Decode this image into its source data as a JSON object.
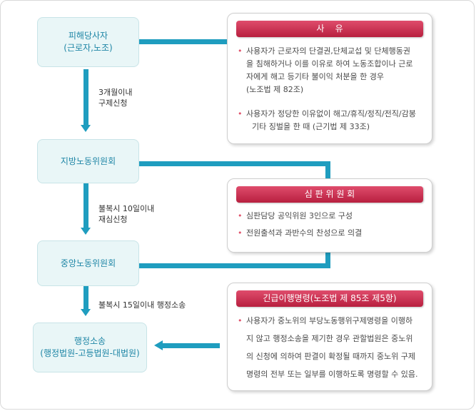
{
  "nodes": {
    "party": {
      "line1": "피해당사자",
      "line2": "(근로자,노조)"
    },
    "local": {
      "label": "지방노동위원회"
    },
    "central": {
      "label": "중앙노동위원회"
    },
    "admin": {
      "line1": "행정소송",
      "line2": "(행정법원-고등법원-대법원)"
    }
  },
  "steps": {
    "step1": {
      "line1": "3개월이내",
      "line2": "구제신청"
    },
    "step2": {
      "line1": "불복시 10일이내",
      "line2": "재심신청"
    },
    "step3": {
      "line1": "불복시 15일이내 행정소송"
    }
  },
  "panels": {
    "reasons": {
      "title": "사    유",
      "items": [
        {
          "lines": [
            "사용자가 근로자의 단결권,단체교섭 및 단체행동권",
            "을 침해하거나 이를 이유로 하여 노동조합이나 근로",
            "자에게 해고 등기타 불이익 처분을 한 경우",
            "(노조법 제 82조)"
          ]
        },
        {
          "lines": [
            "사용자가 정당한 이유없이 해고/휴직/정직/전직/감봉",
            "기타 징벌을 한 때 (근기법 제 33조)"
          ]
        }
      ]
    },
    "committee": {
      "title": "심 판 위 원 회",
      "items": [
        "심판담당 공익위원 3인으로 구성",
        "전원출석과 과반수의 찬성으로 의결"
      ]
    },
    "emergency": {
      "title": "긴급이행명령(노조법 제 85조 제5항)",
      "lines": [
        "사용자가 중노위의 부당노동행위구제명령을 이행하",
        "지 않고 행정소송을 제기한 경우 관할법원은 중노위",
        "의 신청에 의하여 판결이 확정될 때까지 중노위 구제",
        "명령의 전부 또는 일부를 이행하도록 명령할 수 있음."
      ]
    }
  },
  "colors": {
    "node_text": "#1f86a6",
    "node_fill": "#e9f6f7",
    "connector": "#1f9dbf",
    "header": "#c8294a",
    "bullet": "#e0526b"
  }
}
